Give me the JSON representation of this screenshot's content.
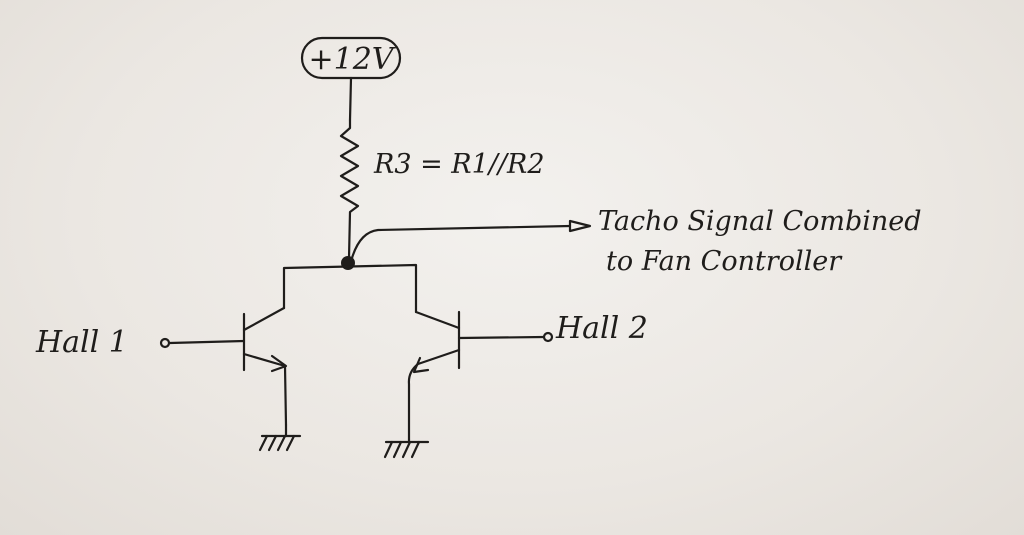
{
  "diagram": {
    "supply_label": "+12V",
    "resistor_label": "R3 = R1//R2",
    "output_label_line1": "Tacho Signal Combined",
    "output_label_line2": "to Fan Controller",
    "input1_label": "Hall 1",
    "input2_label": "Hall 2"
  }
}
